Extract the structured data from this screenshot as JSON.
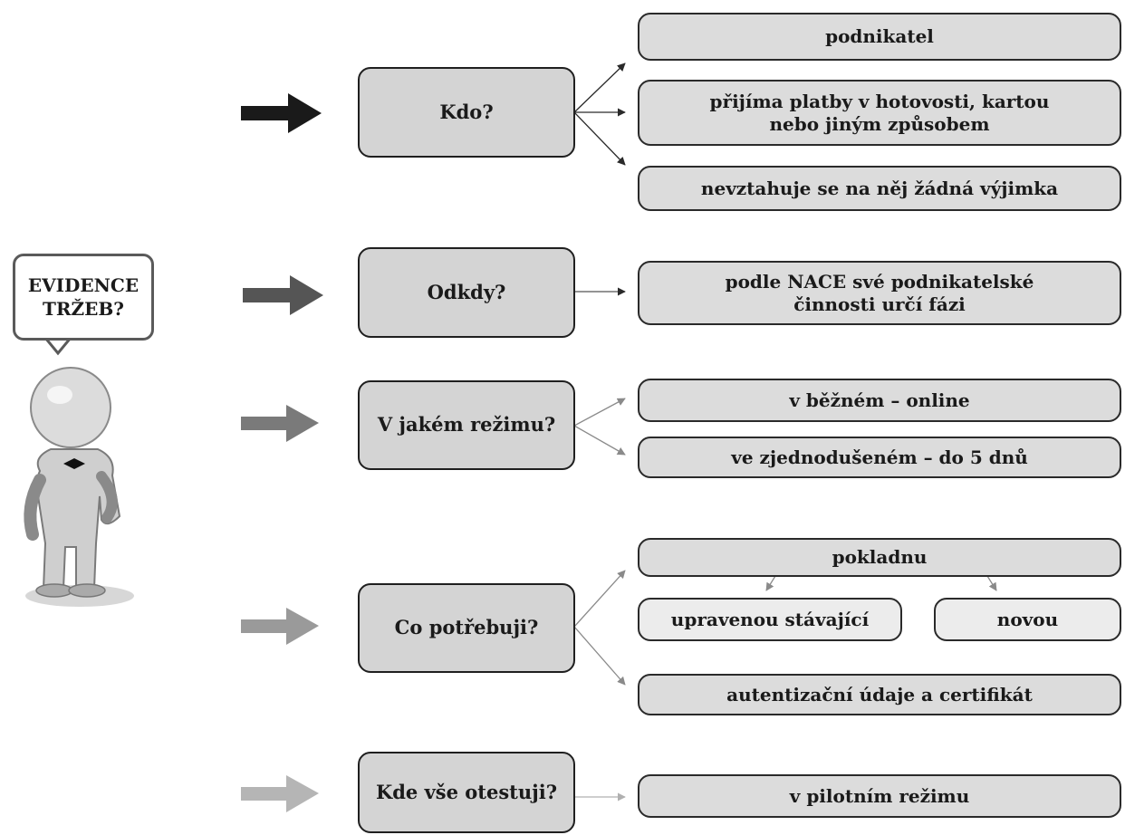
{
  "bubble": {
    "text": "EVIDENCE\nTRŽEB?"
  },
  "rows": [
    {
      "question": "Kdo?",
      "answers": [
        "podnikatel",
        "přijíma platby v hotovosti, kartou\nnebo jiným způsobem",
        "nevztahuje se na něj žádná výjimka"
      ]
    },
    {
      "question": "Odkdy?",
      "answers": [
        "podle NACE své podnikatelské\nčinnosti určí fázi"
      ]
    },
    {
      "question": "V jakém režimu?",
      "answers": [
        "v běžném – online",
        "ve zjednodušeném – do 5 dnů"
      ]
    },
    {
      "question": "Co potřebuji?",
      "answers": [
        "pokladnu",
        "autentizační údaje a certifikát"
      ],
      "sub_answers": [
        "upravenou stávající",
        "novou"
      ]
    },
    {
      "question": "Kde vše otestuji?",
      "answers": [
        "v pilotním režimu"
      ]
    }
  ],
  "arrow_shades": [
    "#1a1a1a",
    "#555555",
    "#7a7a7a",
    "#9a9a9a",
    "#b5b5b5"
  ]
}
